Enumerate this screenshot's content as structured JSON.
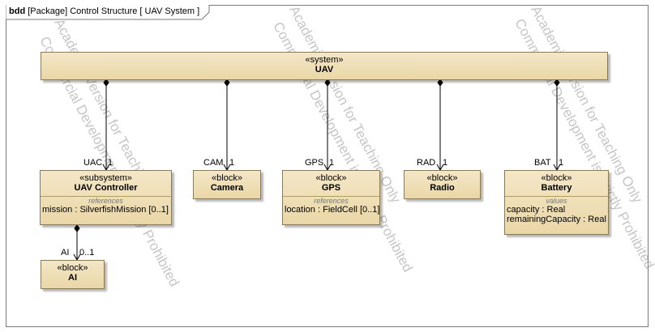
{
  "frame": {
    "kind": "bdd",
    "title": "[Package] Control Structure [ UAV System ]"
  },
  "watermark": {
    "line1": "Academic Version for Teaching Only",
    "line2": "Commercial Development is strictly Prohibited"
  },
  "blocks": {
    "uav": {
      "stereotype": "«system»",
      "name": "UAV"
    },
    "controller": {
      "stereotype": "«subsystem»",
      "name": "UAV Controller",
      "compartment": "references",
      "prop_name": "mission",
      "prop_sep": " : ",
      "prop_type": "SilverfishMission [0..1]"
    },
    "camera": {
      "stereotype": "«block»",
      "name": "Camera"
    },
    "gps": {
      "stereotype": "«block»",
      "name": "GPS",
      "compartment": "references",
      "prop_name": "location",
      "prop_sep": " : ",
      "prop_type": "FieldCell [0..1]"
    },
    "radio": {
      "stereotype": "«block»",
      "name": "Radio"
    },
    "battery": {
      "stereotype": "«block»",
      "name": "Battery",
      "compartment": "values",
      "prop1_name": "capacity",
      "prop1_sep": " : ",
      "prop1_type": "Real",
      "prop2_name": "remainingCapacity",
      "prop2_sep": " : ",
      "prop2_type": "Real"
    },
    "ai": {
      "stereotype": "«block»",
      "name": "AI"
    }
  },
  "associations": {
    "uac": {
      "role": "UAC",
      "mult": "1"
    },
    "cam": {
      "role": "CAM",
      "mult": "1"
    },
    "gps": {
      "role": "GPS",
      "mult": "1"
    },
    "rad": {
      "role": "RAD",
      "mult": "1"
    },
    "bat": {
      "role": "BAT",
      "mult": "1"
    },
    "ai": {
      "role": "AI",
      "mult": "0..1"
    }
  }
}
